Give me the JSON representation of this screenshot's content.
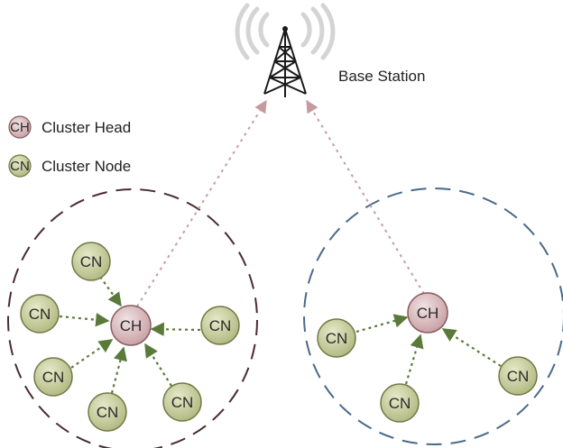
{
  "base_station": {
    "label": "Base Station",
    "icon": "radio-tower-icon"
  },
  "legend": [
    {
      "abbr": "CH",
      "label": "Cluster Head",
      "fill": "#d8b8bb",
      "stroke": "#8a5c62"
    },
    {
      "abbr": "CN",
      "label": "Cluster Node",
      "fill": "#c6cc9e",
      "stroke": "#6f7a45"
    }
  ],
  "clusters": [
    {
      "boundary_color": "#4a2b33",
      "head": {
        "label": "CH"
      },
      "members": [
        {
          "label": "CN"
        },
        {
          "label": "CN"
        },
        {
          "label": "CN"
        },
        {
          "label": "CN"
        },
        {
          "label": "CN"
        },
        {
          "label": "CN"
        }
      ]
    },
    {
      "boundary_color": "#4a6a88",
      "head": {
        "label": "CH"
      },
      "members": [
        {
          "label": "CN"
        },
        {
          "label": "CN"
        },
        {
          "label": "CN"
        }
      ]
    }
  ],
  "colors": {
    "member_arrow": "#5a7a3a",
    "uplink_arrow": "#c79aa0",
    "ch_fill": "#d8b8bb",
    "ch_stroke": "#8a5c62",
    "cn_fill": "#c6cc9e",
    "cn_stroke": "#6f7a45"
  }
}
